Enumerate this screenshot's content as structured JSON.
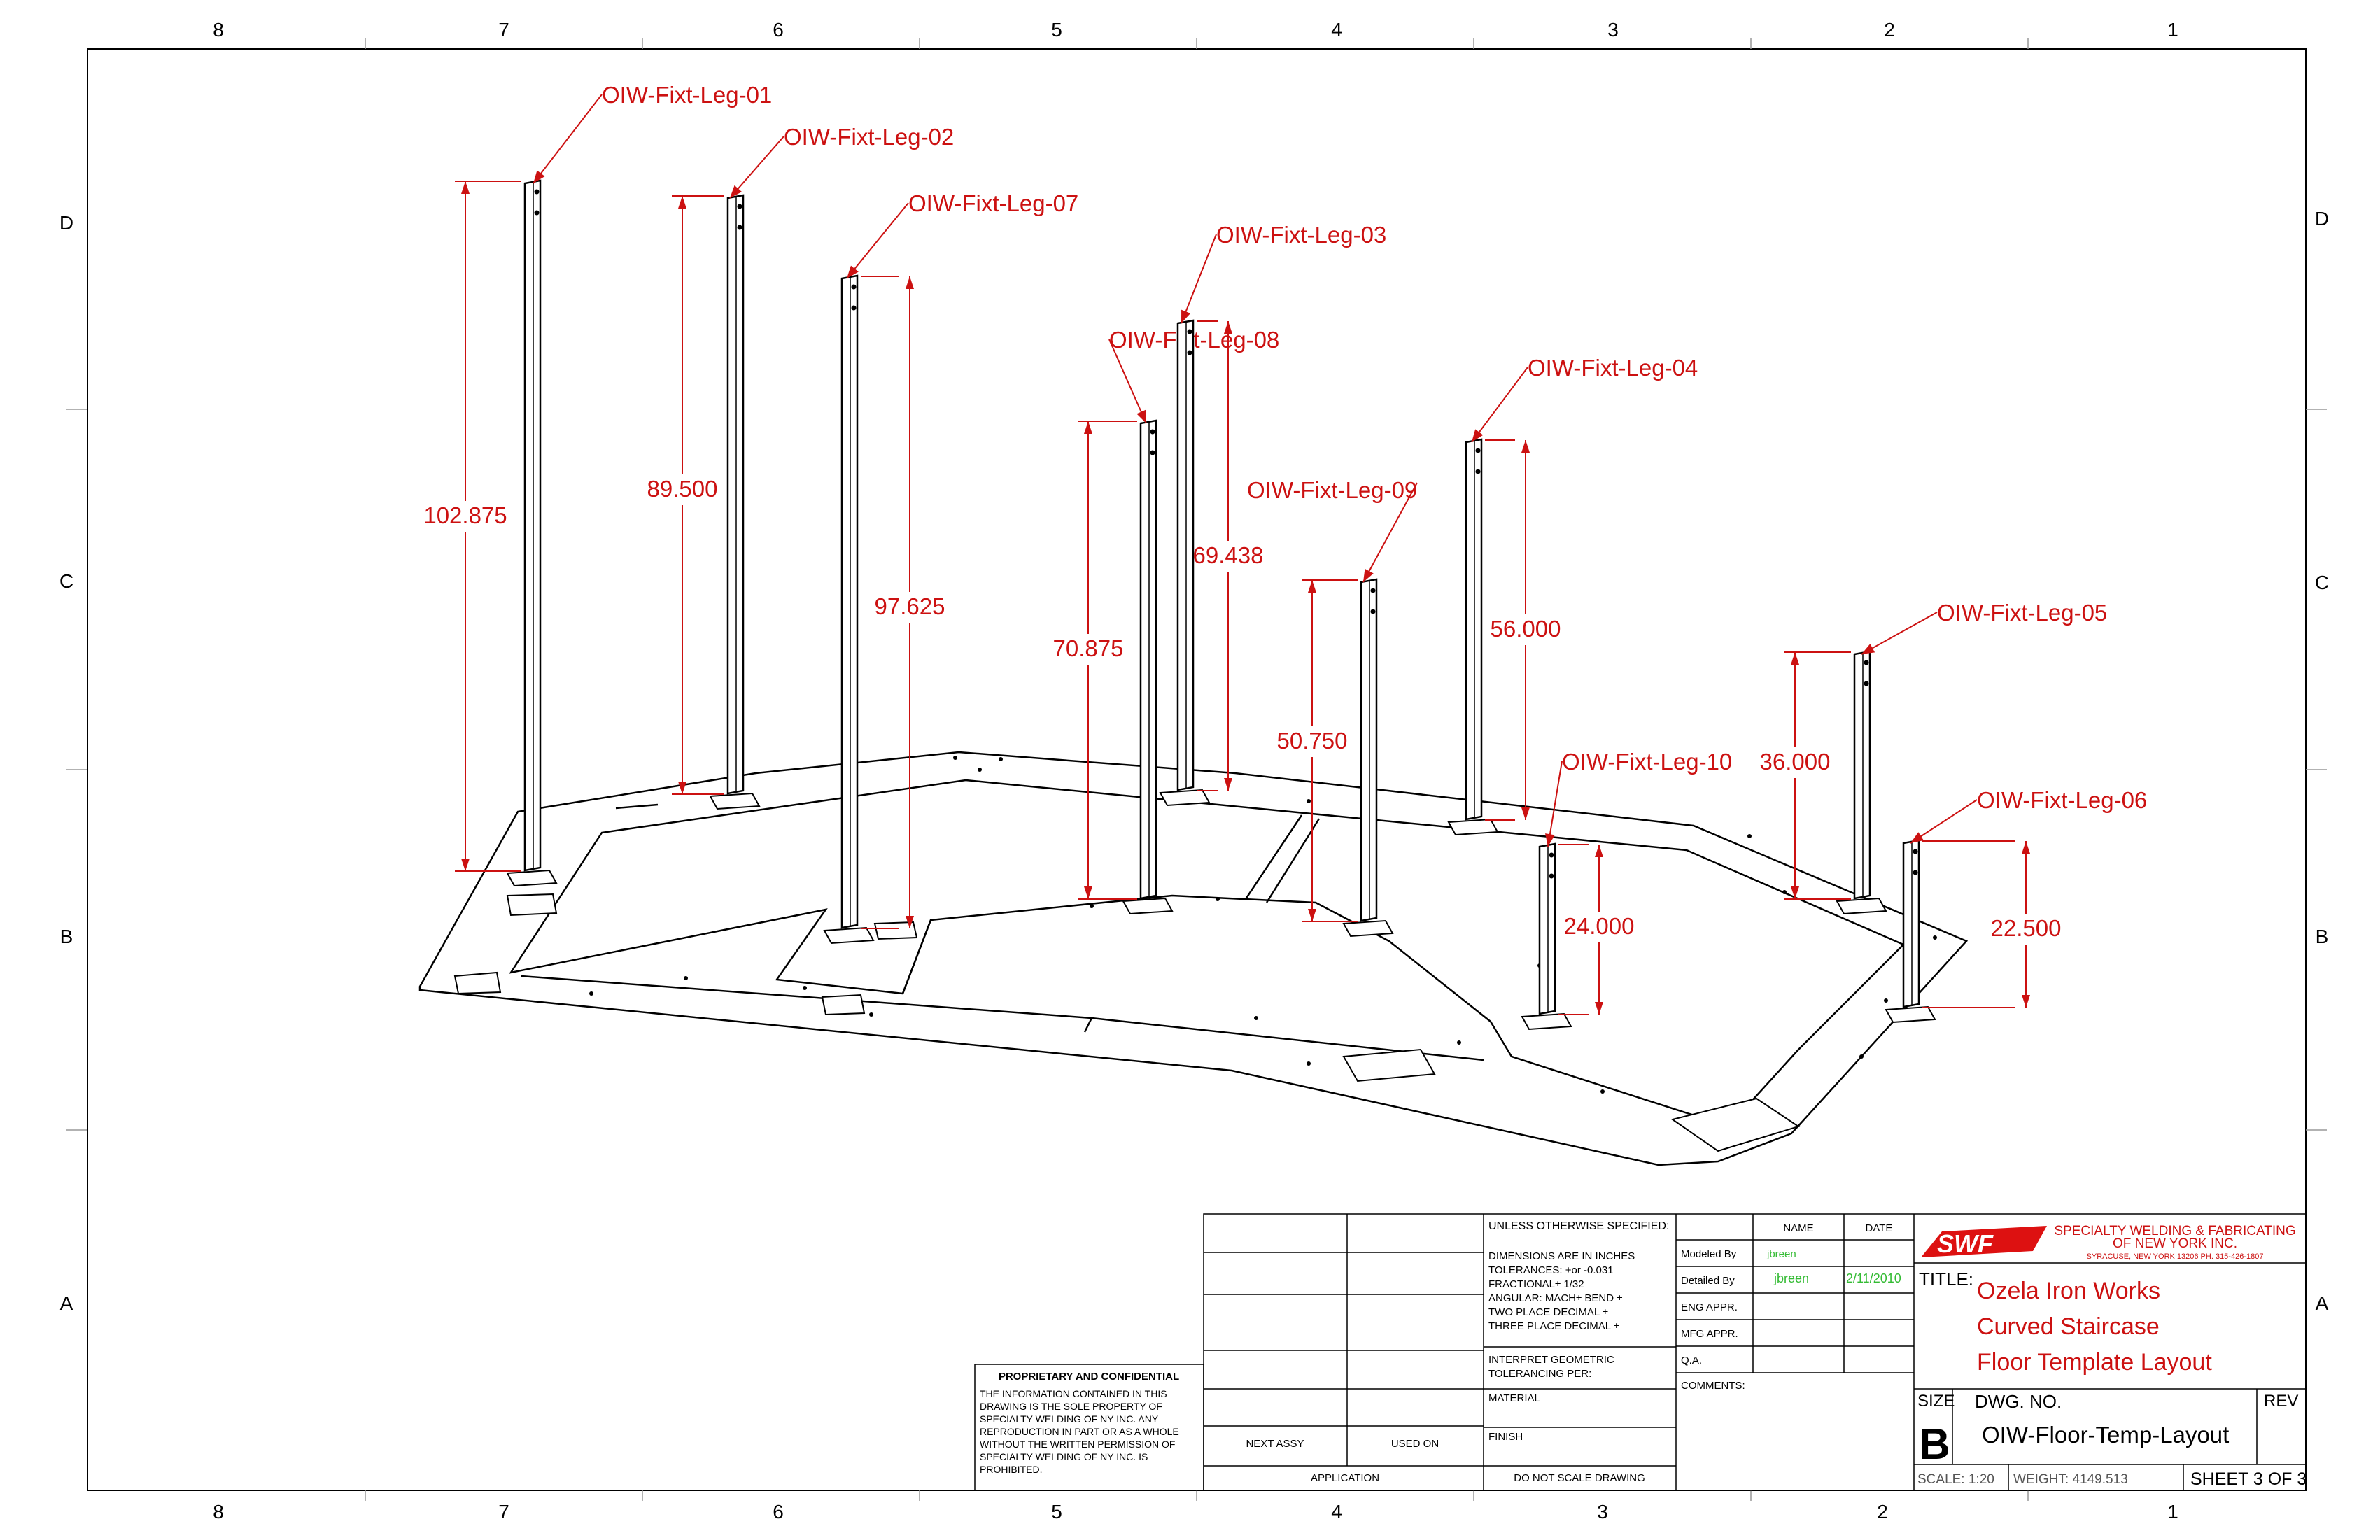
{
  "colors": {
    "dim": "#cc1111",
    "line": "#000000",
    "green": "#33bb33"
  },
  "zones": {
    "top": [
      "8",
      "7",
      "6",
      "5",
      "4",
      "3",
      "2",
      "1"
    ],
    "bottom": [
      "8",
      "7",
      "6",
      "5",
      "4",
      "3",
      "2",
      "1"
    ],
    "left": [
      "D",
      "C",
      "B",
      "A"
    ],
    "right": [
      "D",
      "C",
      "B",
      "A"
    ]
  },
  "legs": [
    {
      "label": "OIW-Fixt-Leg-01",
      "dim": "102.875"
    },
    {
      "label": "OIW-Fixt-Leg-02",
      "dim": "89.500"
    },
    {
      "label": "OIW-Fixt-Leg-07",
      "dim": "97.625"
    },
    {
      "label": "OIW-Fixt-Leg-08",
      "dim": "70.875"
    },
    {
      "label": "OIW-Fixt-Leg-03",
      "dim": "69.438"
    },
    {
      "label": "OIW-Fixt-Leg-09",
      "dim": "50.750"
    },
    {
      "label": "OIW-Fixt-Leg-04",
      "dim": "56.000"
    },
    {
      "label": "OIW-Fixt-Leg-10",
      "dim": "24.000"
    },
    {
      "label": "OIW-Fixt-Leg-05",
      "dim": "36.000"
    },
    {
      "label": "OIW-Fixt-Leg-06",
      "dim": "22.500"
    }
  ],
  "proprietary": {
    "heading": "PROPRIETARY AND CONFIDENTIAL",
    "lines": [
      "THE INFORMATION CONTAINED IN THIS",
      "DRAWING IS THE SOLE PROPERTY OF",
      "SPECIALTY WELDING OF NY INC.  ANY",
      "REPRODUCTION IN PART OR AS A WHOLE",
      "WITHOUT THE WRITTEN PERMISSION OF",
      "SPECIALTY WELDING OF NY INC. IS",
      "PROHIBITED."
    ]
  },
  "assy": {
    "next_assy": "NEXT ASSY",
    "used_on": "USED ON",
    "application": "APPLICATION"
  },
  "spec": {
    "header": "UNLESS OTHERWISE SPECIFIED:",
    "lines": [
      "DIMENSIONS ARE IN INCHES",
      "TOLERANCES: +or -0.031",
      "FRACTIONAL±  1/32",
      "ANGULAR: MACH±    BEND ±",
      "TWO PLACE DECIMAL    ±",
      "THREE PLACE DECIMAL  ±"
    ],
    "interpret": [
      "INTERPRET GEOMETRIC",
      "TOLERANCING PER:"
    ],
    "material": "MATERIAL",
    "finish": "FINISH",
    "do_not_scale": "DO NOT SCALE DRAWING"
  },
  "signoff": {
    "name_header": "NAME",
    "date_header": "DATE",
    "rows": [
      {
        "label": "Modeled By",
        "name": "jbreen",
        "date": ""
      },
      {
        "label": "Detailed By",
        "name": "jbreen",
        "date": "2/11/2010"
      },
      {
        "label": "ENG APPR.",
        "name": "",
        "date": ""
      },
      {
        "label": "MFG APPR.",
        "name": "",
        "date": ""
      },
      {
        "label": "Q.A.",
        "name": "",
        "date": ""
      }
    ],
    "comments": "COMMENTS:"
  },
  "company": {
    "logo": "SWF",
    "line1": "SPECIALTY  WELDING  &  FABRICATING",
    "line2": "OF  NEW  YORK  INC.",
    "line3": "SYRACUSE, NEW YORK 13206 PH. 315-426-1807"
  },
  "title_block": {
    "title_label": "TITLE:",
    "title_lines": [
      "Ozela Iron Works",
      "Curved Staircase",
      "Floor Template Layout"
    ],
    "size_label": "SIZE",
    "size": "B",
    "dwg_label": "DWG.  NO.",
    "dwg_no": "OIW-Floor-Temp-Layout",
    "rev_label": "REV",
    "scale": "SCALE: 1:20",
    "weight": "WEIGHT: 4149.513",
    "sheet": "SHEET 3 OF 3"
  }
}
